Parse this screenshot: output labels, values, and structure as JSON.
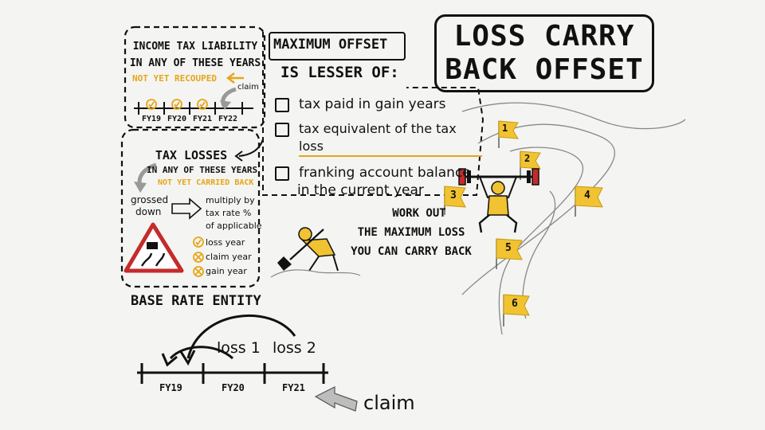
{
  "title": {
    "line1": "LOSS CARRY",
    "line2": "BACK OFFSET"
  },
  "income_box": {
    "line1": "INCOME TAX LIABILITY",
    "line2": "IN ANY OF THESE YEARS",
    "highlight": "NOT YET RECOUPED",
    "claim_label": "claim",
    "years": [
      "FY19",
      "FY20",
      "FY21",
      "FY22"
    ]
  },
  "max_offset": {
    "heading": "MAXIMUM OFFSET",
    "subheading": "IS LESSER OF:",
    "items": [
      "tax paid in gain years",
      "tax equivalent of the tax loss",
      "franking account balance",
      "in the current year"
    ]
  },
  "tax_losses_box": {
    "line1": "TAX LOSSES",
    "line2": "IN ANY OF THESE YEARS",
    "highlight": "NOT YET CARRIED BACK",
    "grossed_1": "grossed",
    "grossed_2": "down",
    "multiply": [
      "multiply by",
      "tax rate %",
      "of applicable"
    ],
    "years": [
      "loss year",
      "claim year",
      "gain year"
    ]
  },
  "work_out": {
    "line1": "WORK OUT",
    "line2": "THE MAXIMUM LOSS",
    "line3": "YOU CAN CARRY BACK"
  },
  "flags": [
    "1",
    "2",
    "3",
    "4",
    "5",
    "6"
  ],
  "base_rate": {
    "heading": "BASE RATE ENTITY",
    "loss1": "loss 1",
    "loss2": "loss 2",
    "years": [
      "FY19",
      "FY20",
      "FY21"
    ],
    "claim": "claim"
  }
}
